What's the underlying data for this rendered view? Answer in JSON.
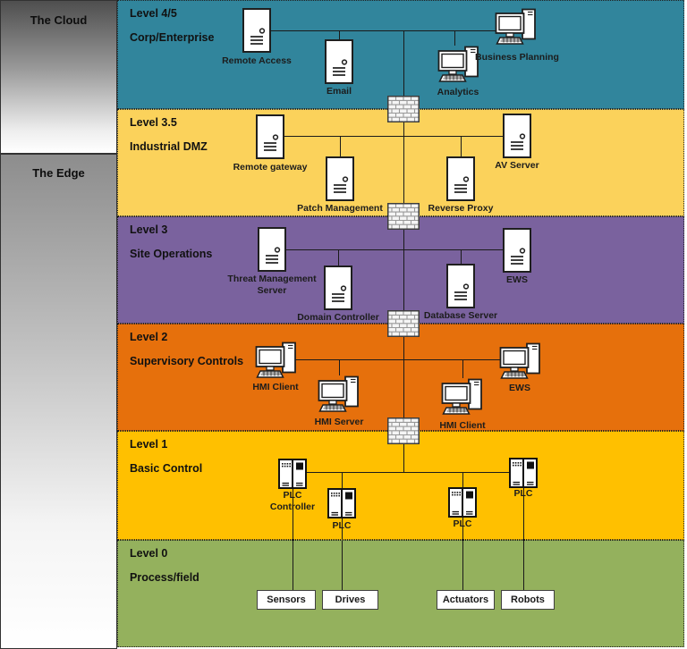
{
  "sidebar": {
    "cloud_label": "The Cloud",
    "edge_label": "The Edge"
  },
  "zones": [
    {
      "level": "Level 4/5",
      "name": "Corp/Enterprise",
      "color": "#31859C"
    },
    {
      "level": "Level 3.5",
      "name": "Industrial DMZ",
      "color": "#FBD25B"
    },
    {
      "level": "Level 3",
      "name": "Site Operations",
      "color": "#7A629E"
    },
    {
      "level": "Level 2",
      "name": "Supervisory Controls",
      "color": "#E6700C"
    },
    {
      "level": "Level 1",
      "name": "Basic Control",
      "color": "#FFC000"
    },
    {
      "level": "Level 0",
      "name": "Process/field",
      "color": "#94B15D"
    }
  ],
  "nodes": {
    "remote_access": {
      "label": "Remote Access",
      "type": "server"
    },
    "email": {
      "label": "Email",
      "type": "server"
    },
    "analytics": {
      "label": "Analytics",
      "type": "workstation"
    },
    "business_planning": {
      "label": "Business Planning",
      "type": "workstation"
    },
    "remote_gateway": {
      "label": "Remote gateway",
      "type": "server"
    },
    "patch_management": {
      "label": "Patch Management",
      "type": "server"
    },
    "reverse_proxy": {
      "label": "Reverse Proxy",
      "type": "server"
    },
    "av_server": {
      "label": "AV Server",
      "type": "server"
    },
    "threat_management_server": {
      "label": "Threat Management Server",
      "type": "server"
    },
    "domain_controller": {
      "label": "Domain Controller",
      "type": "server"
    },
    "database_server": {
      "label": "Database Server",
      "type": "server"
    },
    "ews_level3": {
      "label": "EWS",
      "type": "server"
    },
    "hmi_client_left": {
      "label": "HMI Client",
      "type": "workstation"
    },
    "hmi_server": {
      "label": "HMI Server",
      "type": "workstation"
    },
    "hmi_client_right": {
      "label": "HMI Client",
      "type": "workstation"
    },
    "ews_level2": {
      "label": "EWS",
      "type": "workstation"
    },
    "plc_controller": {
      "label": "PLC Controller",
      "type": "plc"
    },
    "plc_1": {
      "label": "PLC",
      "type": "plc"
    },
    "plc_2": {
      "label": "PLC",
      "type": "plc"
    },
    "plc_3": {
      "label": "PLC",
      "type": "plc"
    }
  },
  "field_devices": [
    "Sensors",
    "Drives",
    "Actuators",
    "Robots"
  ],
  "colors": {
    "line": "#1a1a1a",
    "firewall_brick": "#f5f5f5",
    "firewall_mortar": "#999999"
  }
}
